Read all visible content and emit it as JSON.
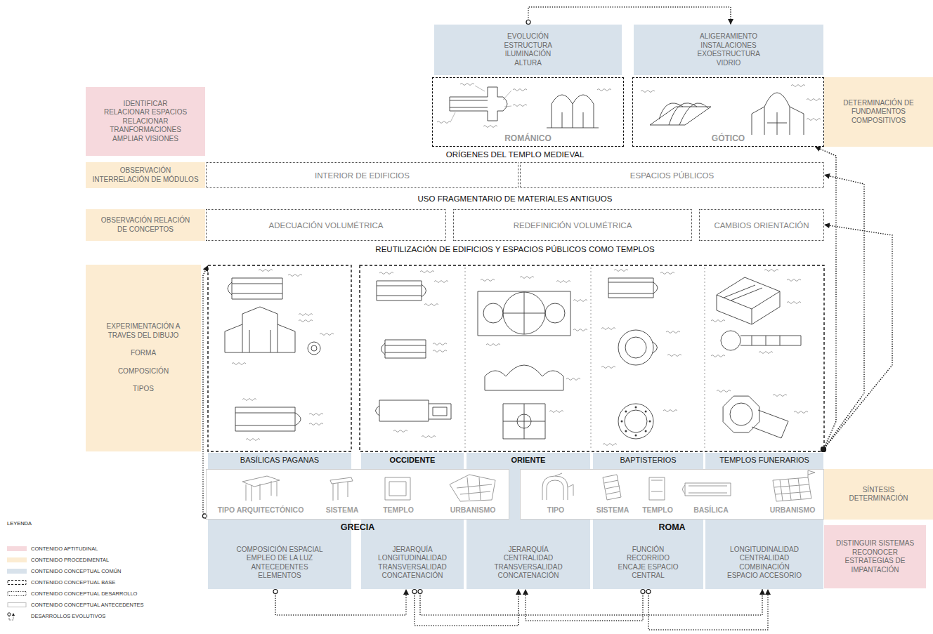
{
  "diagram": {
    "nodes": [
      {
        "text": [
          "EVOLUCIÓN ESTRUCTURA ILUMINACIÓN ALTURA"
        ]
      },
      {
        "text": [
          "ALIGERAMIENTO INSTALACIONES EXOESTRUCTURA VIDRIO"
        ]
      },
      {
        "text": [
          "IDENTIFICAR RELACIONAR ESPACIOS RELACIONAR TRANFORMACIONES AMPLIAR VISIONES"
        ]
      },
      {
        "text": [
          "ROMÁNICO"
        ]
      },
      {
        "text": [
          "GÓTICO"
        ]
      },
      {
        "text": [
          "DETERMINACIÓN DE FUNDAMENTOS COMPOSITIVOS"
        ]
      },
      {
        "text": [
          "OBSERVACIÓN INTERRELACIÓN DE MÓDULOS"
        ]
      },
      {
        "text": [
          "INTERIOR DE EDIFICIOS"
        ]
      },
      {
        "text": [
          "ESPACIOS PÚBLICOS"
        ]
      },
      {
        "text": [
          "OBSERVACIÓN RELACIÓN DE CONCEPTOS"
        ]
      },
      {
        "text": [
          "ADECUACIÓN VOLUMÉTRICA"
        ]
      },
      {
        "text": [
          "REDEFINICIÓN VOLUMÉTRICA"
        ]
      },
      {
        "text": [
          "CAMBIOS ORIENTACIÓN"
        ]
      },
      {
        "text": [
          "EXPERIMENTACIÓN A TRAVÉS DEL DIBUJO",
          "FORMA",
          "COMPOSICIÓN",
          "TIPOS"
        ]
      },
      {
        "text": [
          "BASÍLICAS PAGANAS",
          "COMPOSICIÓN ESPACIAL EMPLEO DE LA LUZ ANTECEDENTES ELEMENTOS"
        ]
      },
      {
        "text": [
          "OCCIDENTE",
          "JERARQUÍA LONGITUDINALIDAD TRANSVERSALIDAD CONCATENACIÓN"
        ]
      },
      {
        "text": [
          "ORIENTE",
          "JERARQUÍA CENTRALIDAD TRANSVERSALIDAD CONCATENACIÓN"
        ]
      },
      {
        "text": [
          "BAPTISTERIOS",
          "FUNCIÓN RECORRIDO ENCAJE ESPACIO CENTRAL"
        ]
      },
      {
        "text": [
          "TEMPLOS FUNERARIOS",
          "LONGITUDINALIDAD CENTRALIDAD COMBINACIÓN ESPACIO ACCESORIO"
        ]
      },
      {
        "text": [
          "TIPO ARQUITECTÓNICO",
          "SISTEMA",
          "TEMPLO",
          "URBANISMO",
          "GRECIA"
        ]
      },
      {
        "text": [
          "TIPO",
          "SISTEMA",
          "TEMPLO",
          "BASÍLICA",
          "URBANISMO",
          "ROMA"
        ]
      },
      {
        "text": [
          "SÍNTESIS DETERMINACIÓN"
        ]
      },
      {
        "text": [
          "DISTINGUIR SISTEMAS RECONOCER ESTRATEGIAS DE IMPANTACIÓN"
        ]
      }
    ],
    "edges": [
      {
        "from": 0,
        "to": 1,
        "arrow": "to"
      },
      {
        "from": 18,
        "to": 4,
        "arrow": "to"
      },
      {
        "from": 18,
        "to": 8,
        "arrow": "to"
      },
      {
        "from": 18,
        "to": 12,
        "arrow": "to"
      },
      {
        "from": 19,
        "to": 14,
        "arrow": "to"
      },
      {
        "from": 14,
        "to": 15,
        "arrow": "to"
      },
      {
        "from": 15,
        "to": 16,
        "arrow": "to"
      },
      {
        "from": 15,
        "to": 18,
        "arrow": "to"
      },
      {
        "from": 17,
        "to": 16,
        "arrow": "to"
      },
      {
        "from": 17,
        "to": 18,
        "arrow": "to"
      }
    ],
    "labels": [
      "ORÍGENES DEL TEMPLO MEDIEVAL",
      "USO FRAGMENTARIO DE MATERIALES ANTIGUOS",
      "REUTILIZACIÓN DE EDIFICIOS Y ESPACIOS PÚBLICOS COMO TEMPLOS",
      "LEYENDA"
    ],
    "legend": [
      {
        "text": "CONTENIDO APTITUDINAL",
        "color": "#f6d9dd"
      },
      {
        "text": "CONTENIDO PROCEDIMENTAL",
        "color": "#fcecd2"
      },
      {
        "text": "CONTENIDO CONCEPTUAL COMÚN",
        "color": "#d8e2eb"
      },
      {
        "text": "CONTENIDO CONCEPTUAL BASE"
      },
      {
        "text": "CONTENIDO CONCEPTUAL DESARROLLO"
      },
      {
        "text": "CONTENIDO CONCEPTUAL ANTECEDENTES"
      },
      {
        "text": "DESARROLLOS EVOLUTIVOS"
      }
    ]
  }
}
